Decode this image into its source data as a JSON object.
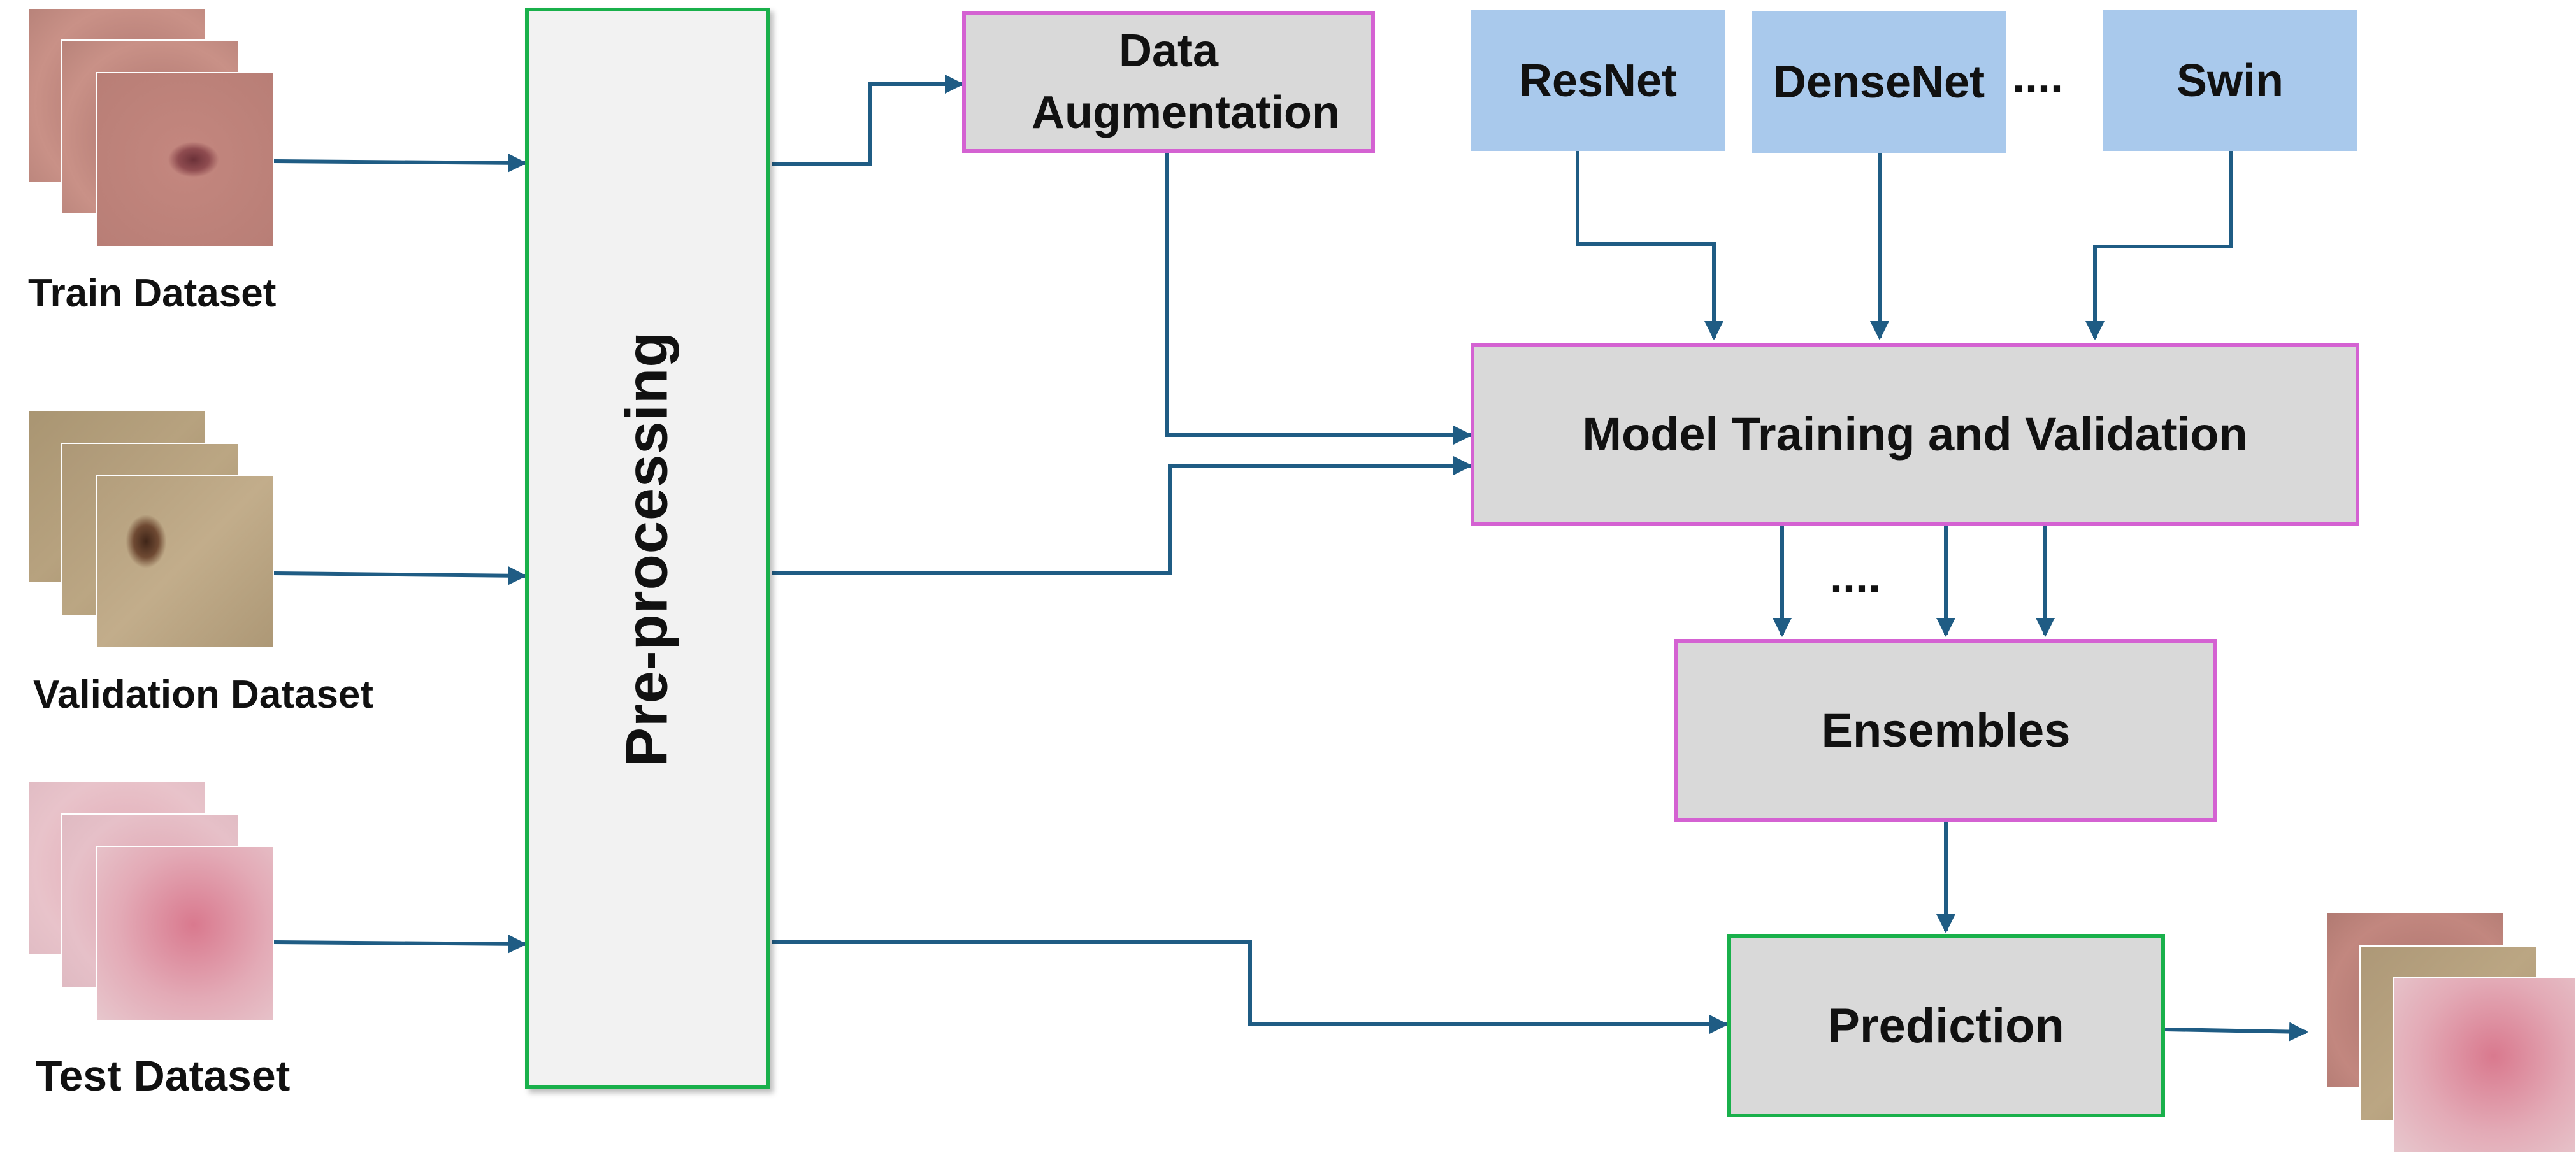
{
  "inputs": {
    "train_label": "Train Dataset",
    "validation_label": "Validation Dataset",
    "test_label": "Test Dataset"
  },
  "preprocessing_label": "Pre-processing",
  "augmentation_label": "Data Augmentation",
  "models": {
    "resnet": "ResNet",
    "densenet": "DenseNet",
    "ellipsis": "....",
    "swin": "Swin"
  },
  "training_label": "Model Training and Validation",
  "training_ellipsis": "....",
  "ensembles_label": "Ensembles",
  "prediction_label": "Prediction",
  "colors": {
    "arrow": "#1f5c84",
    "pink_border": "#d462d2",
    "green_border": "#19b04b",
    "gray_fill": "#d9d9d9",
    "blue_fill": "#a9c9ec"
  }
}
